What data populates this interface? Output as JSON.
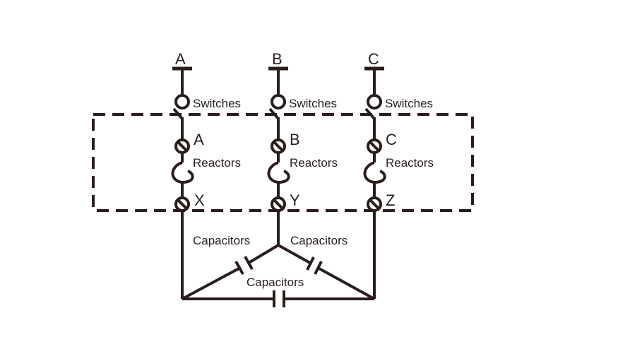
{
  "phases": [
    {
      "supply": "A",
      "reactor_start": "A",
      "reactor_end": "X"
    },
    {
      "supply": "B",
      "reactor_start": "B",
      "reactor_end": "Y"
    },
    {
      "supply": "C",
      "reactor_start": "C",
      "reactor_end": "Z"
    }
  ],
  "labels": {
    "switches": "Switches",
    "reactors": "Reactors",
    "capacitors": "Capacitors"
  },
  "colors": {
    "line": "#2a1d1c",
    "background": "#ffffff"
  }
}
